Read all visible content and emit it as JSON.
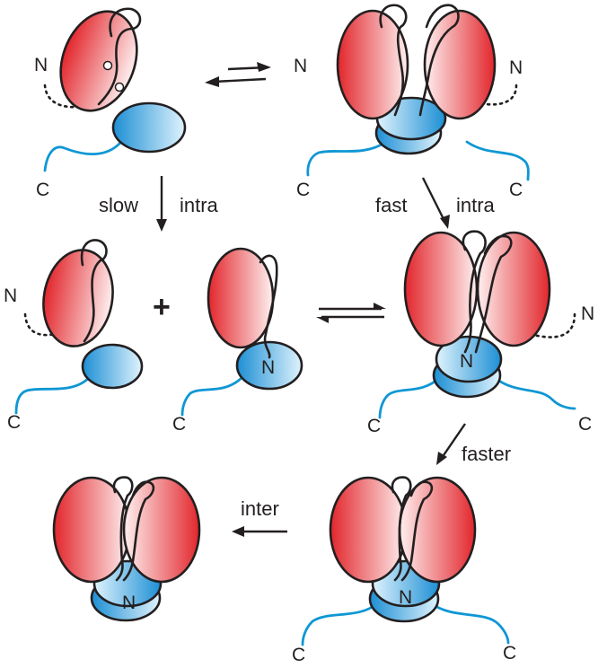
{
  "colors": {
    "red": "#e2262c",
    "light_red": "#fde4e4",
    "blue": "#1d8fd4",
    "light_blue": "#d9f0fc",
    "tail_blue": "#0f97d4",
    "outline": "#231f20"
  },
  "labels": {
    "slow": "slow",
    "intra_left": "intra",
    "fast": "fast",
    "intra_right": "intra",
    "faster": "faster",
    "inter": "inter",
    "plus": "+"
  },
  "termini": {
    "n": "N",
    "c": "C"
  }
}
